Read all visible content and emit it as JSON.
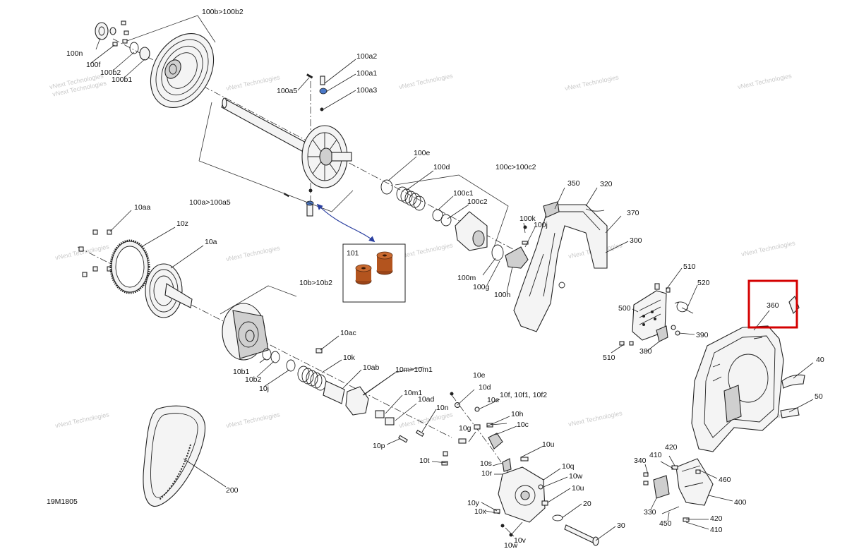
{
  "drawing": {
    "code": "19M1805",
    "watermark": "vNext Technologies"
  },
  "callouts": {
    "100b_100b2": "100b>100b2",
    "100n": "100n",
    "100f": "100f",
    "100b2": "100b2",
    "100b1": "100b1",
    "100a2": "100a2",
    "100a1": "100a1",
    "100a5": "100a5",
    "100a3": "100a3",
    "100a_100a5": "100a>100a5",
    "100e": "100e",
    "100d": "100d",
    "100c_100c2": "100c>100c2",
    "100c1": "100c1",
    "100c2": "100c2",
    "100k": "100k",
    "100j": "100j",
    "100m": "100m",
    "100g": "100g",
    "100h": "100h",
    "350": "350",
    "320": "320",
    "370": "370",
    "300": "300",
    "10aa": "10aa",
    "10z": "10z",
    "10a": "10a",
    "101": "101",
    "10b_10b2": "10b>10b2",
    "10ac": "10ac",
    "10k": "10k",
    "10ab": "10ab",
    "10b1": "10b1",
    "10b2": "10b2",
    "10j": "10j",
    "10m_10m1": "10m>10m1",
    "10m1": "10m1",
    "10ad": "10ad",
    "10n": "10n",
    "10p": "10p",
    "10e_top": "10e",
    "10d": "10d",
    "10e": "10e",
    "10f_group": "10f, 10f1, 10f2",
    "10h": "10h",
    "10g": "10g",
    "10c": "10c",
    "10u_top": "10u",
    "10s": "10s",
    "10t": "10t",
    "10r": "10r",
    "10q": "10q",
    "10w_top": "10w",
    "10u": "10u",
    "10y": "10y",
    "10x": "10x",
    "10v": "10v",
    "10w": "10w",
    "20": "20",
    "30": "30",
    "200": "200",
    "510_top": "510",
    "520": "520",
    "500": "500",
    "390": "390",
    "380": "380",
    "510": "510",
    "360": "360",
    "40": "40",
    "50": "50",
    "420_top": "420",
    "410_top": "410",
    "340": "340",
    "460": "460",
    "400": "400",
    "330": "330",
    "450": "450",
    "420": "420",
    "410": "410"
  },
  "colors": {
    "highlight": "#d40000",
    "arrow": "#2a3fa0",
    "bushing": "#b3541e",
    "blueParts": "#4a78c8"
  }
}
